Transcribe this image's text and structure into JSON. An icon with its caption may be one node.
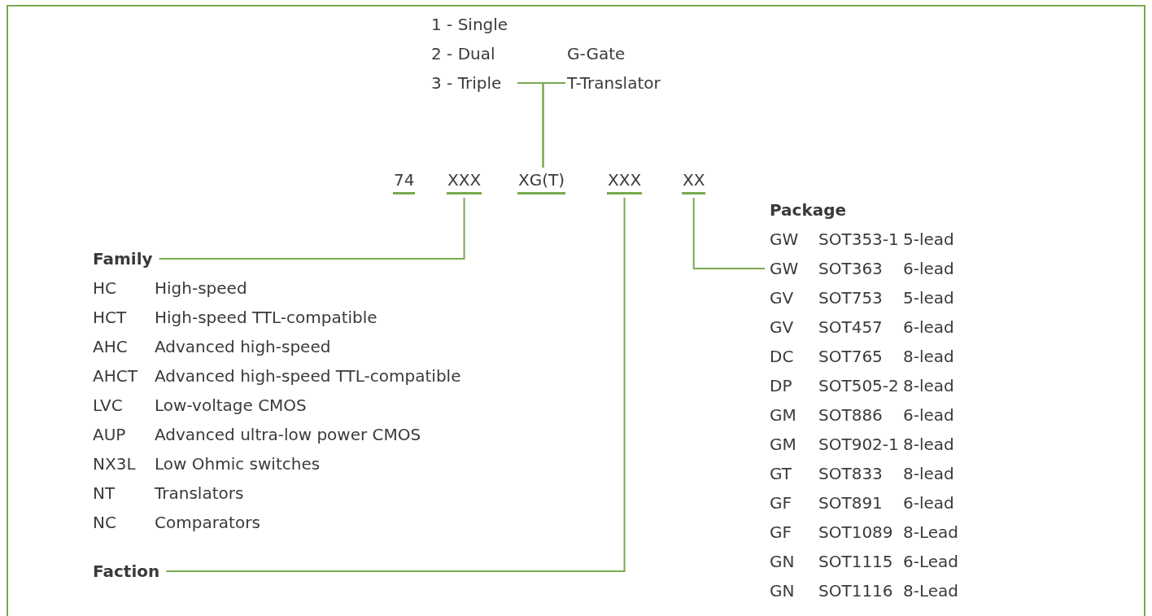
{
  "diagram": {
    "nodes": [
      {
        "text": [
          "1 - Single",
          "2 - Dual",
          "3 - Triple"
        ]
      },
      {
        "text": [
          "G-Gate",
          "T-Translator"
        ]
      },
      {
        "text": [
          "74"
        ]
      },
      {
        "text": [
          "XXX"
        ]
      },
      {
        "text": [
          "XG(T)"
        ]
      },
      {
        "text": [
          "XXX"
        ]
      },
      {
        "text": [
          "XX"
        ]
      },
      {
        "text": [
          "Family"
        ]
      },
      {
        "text": [
          "Faction"
        ]
      },
      {
        "text": [
          "Package"
        ]
      }
    ],
    "edges": [
      {
        "from": 0,
        "to": 4,
        "arrow": "none"
      },
      {
        "from": 1,
        "to": 4,
        "arrow": "none"
      },
      {
        "from": 3,
        "to": 7,
        "arrow": "none"
      },
      {
        "from": 5,
        "to": 8,
        "arrow": "none"
      },
      {
        "from": 6,
        "to": 9,
        "arrow": "none"
      }
    ],
    "labels": [
      "HC",
      "High-speed",
      "HCT",
      "High-speed TTL-compatible",
      "AHC",
      "Advanced high-speed",
      "AHCT",
      "Advanced high-speed TTL-compatible",
      "LVC",
      "Low-voltage CMOS",
      "AUP",
      "Advanced ultra-low power CMOS",
      "NX3L",
      "Low Ohmic switches",
      "NT",
      "Translators",
      "NC",
      "Comparators",
      "GW",
      "SOT353-1",
      "5-lead",
      "GW",
      "SOT363",
      "6-lead",
      "GV",
      "SOT753",
      "5-lead",
      "GV",
      "SOT457",
      "6-lead",
      "DC",
      "SOT765",
      "8-lead",
      "DP",
      "SOT505-2",
      "8-lead",
      "GM",
      "SOT886",
      "6-lead",
      "GM",
      "SOT902-1",
      "8-lead",
      "GT",
      "SOT833",
      "8-lead",
      "GF",
      "SOT891",
      "6-lead",
      "GF",
      "SOT1089",
      "8-Lead",
      "GN",
      "SOT1115",
      "6-Lead",
      "GN",
      "SOT1116",
      "8-Lead"
    ]
  }
}
